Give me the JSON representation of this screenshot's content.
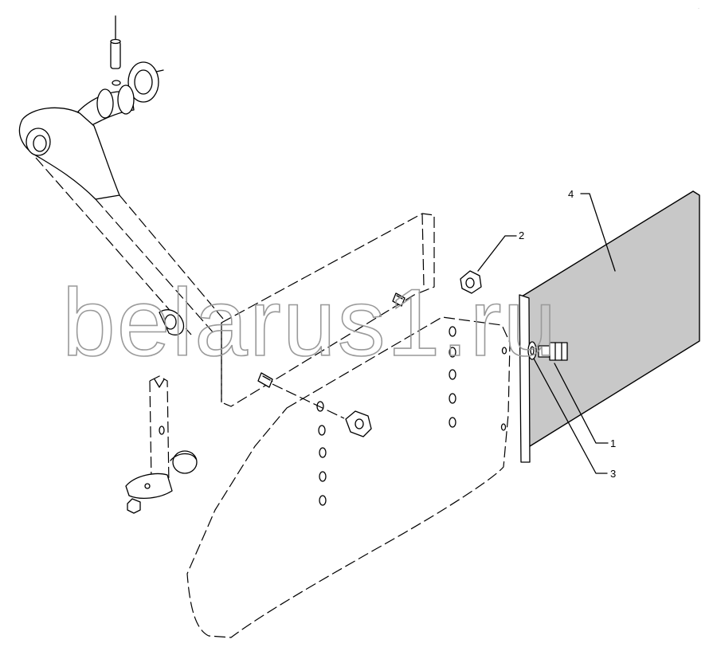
{
  "watermark": {
    "text": "belarus1.ru"
  },
  "callouts": [
    {
      "id": "1",
      "label": "1"
    },
    {
      "id": "2",
      "label": "2"
    },
    {
      "id": "3",
      "label": "3"
    },
    {
      "id": "4",
      "label": "4"
    }
  ],
  "colors": {
    "line": "#000000",
    "plate_fill": "#c8c8c8",
    "watermark": "#9a9a9a"
  }
}
